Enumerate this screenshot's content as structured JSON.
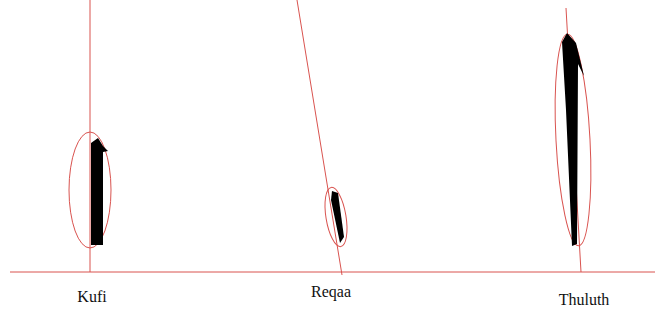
{
  "diagram": {
    "labels": [
      "Kufi",
      "Reqaa",
      "Thuluth"
    ]
  }
}
